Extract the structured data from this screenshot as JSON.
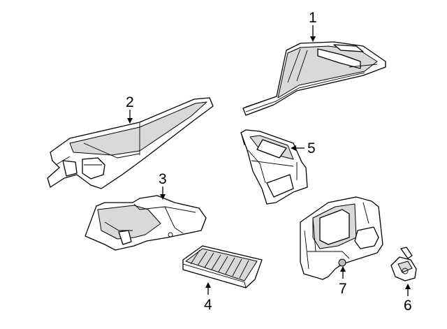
{
  "callouts": [
    {
      "id": "1",
      "label": "1"
    },
    {
      "id": "2",
      "label": "2"
    },
    {
      "id": "3",
      "label": "3"
    },
    {
      "id": "4",
      "label": "4"
    },
    {
      "id": "5",
      "label": "5"
    },
    {
      "id": "6",
      "label": "6"
    },
    {
      "id": "7",
      "label": "7"
    }
  ],
  "colors": {
    "line": "#000000",
    "background": "#ffffff",
    "shade": "#d9d9d9"
  }
}
